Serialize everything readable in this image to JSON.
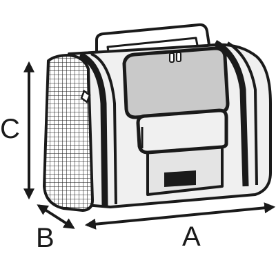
{
  "dimensions": {
    "width_label": "A",
    "depth_label": "B",
    "height_label": "C"
  },
  "colors": {
    "outline": "#1a1a1a",
    "body_fill": "#f0f0f0",
    "window_fill": "#c9c9c9",
    "pocket_fill": "#e4e4e4",
    "label_patch": "#1a1a1a",
    "background": "#ffffff"
  },
  "icons": {
    "mesh_panel": "grid-mesh",
    "zipper_pull": "zipper-pull-icon"
  }
}
